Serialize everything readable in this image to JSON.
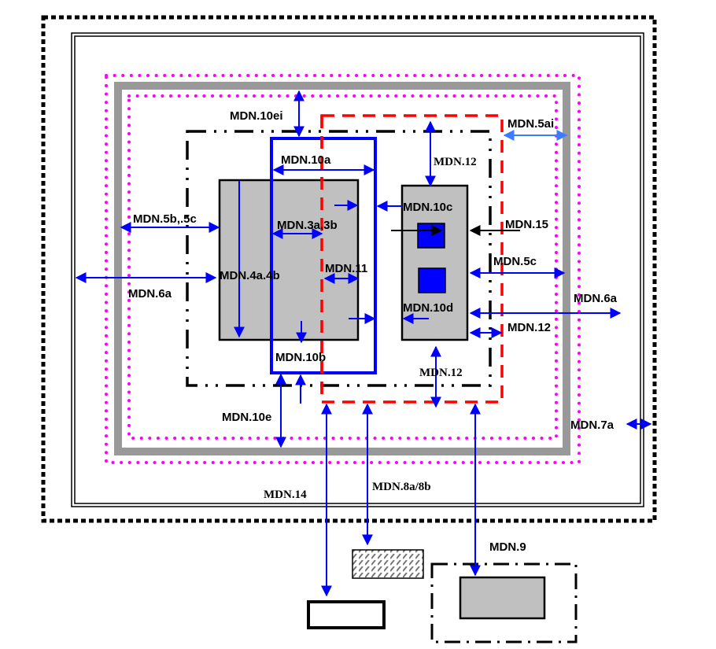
{
  "diagram": {
    "colors": {
      "arrow": "#0000ff",
      "arrow_light": "#3a7bff",
      "boundary_magenta": "#ff00ff",
      "boundary_gray": "#999999",
      "boundary_red": "#ff0000",
      "box_fill": "#c0c0c0",
      "component_blue": "#0000ff"
    },
    "labels": {
      "mdn_10ei": "MDN.10ei",
      "mdn_5ai": "MDN.5ai",
      "mdn_10a": "MDN.10a",
      "mdn_12_top": "MDN.12",
      "mdn_10c": "MDN.10c",
      "mdn_15": "MDN.15",
      "mdn_5b_5c": "MDN.5b,.5c",
      "mdn_3a_3b": "MDN.3a,3b",
      "mdn_4a_4b": "MDN.4a.4b",
      "mdn_11": "MDN.11",
      "mdn_5c": "MDN.5c",
      "mdn_6a_left": "MDN.6a",
      "mdn_6a_right": "MDN.6a",
      "mdn_10d": "MDN.10d",
      "mdn_12_right": "MDN.12",
      "mdn_10b": "MDN.10b",
      "mdn_12_bottom": "MDN.12",
      "mdn_10e": "MDN.10e",
      "mdn_7a": "MDN.7a",
      "mdn_14": "MDN.14",
      "mdn_8a_8b": "MDN.8a/8b",
      "mdn_9": "MDN.9"
    }
  }
}
